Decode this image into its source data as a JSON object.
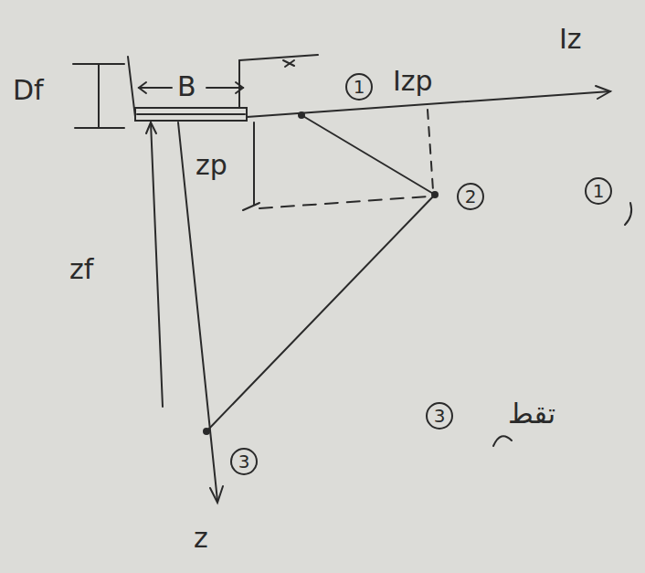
{
  "diagram": {
    "labels": [
      "Df",
      "B",
      "Iz",
      "1",
      "Izp",
      "2",
      "1",
      "zp",
      "zf",
      "3",
      "3",
      "تقط",
      "z"
    ]
  }
}
